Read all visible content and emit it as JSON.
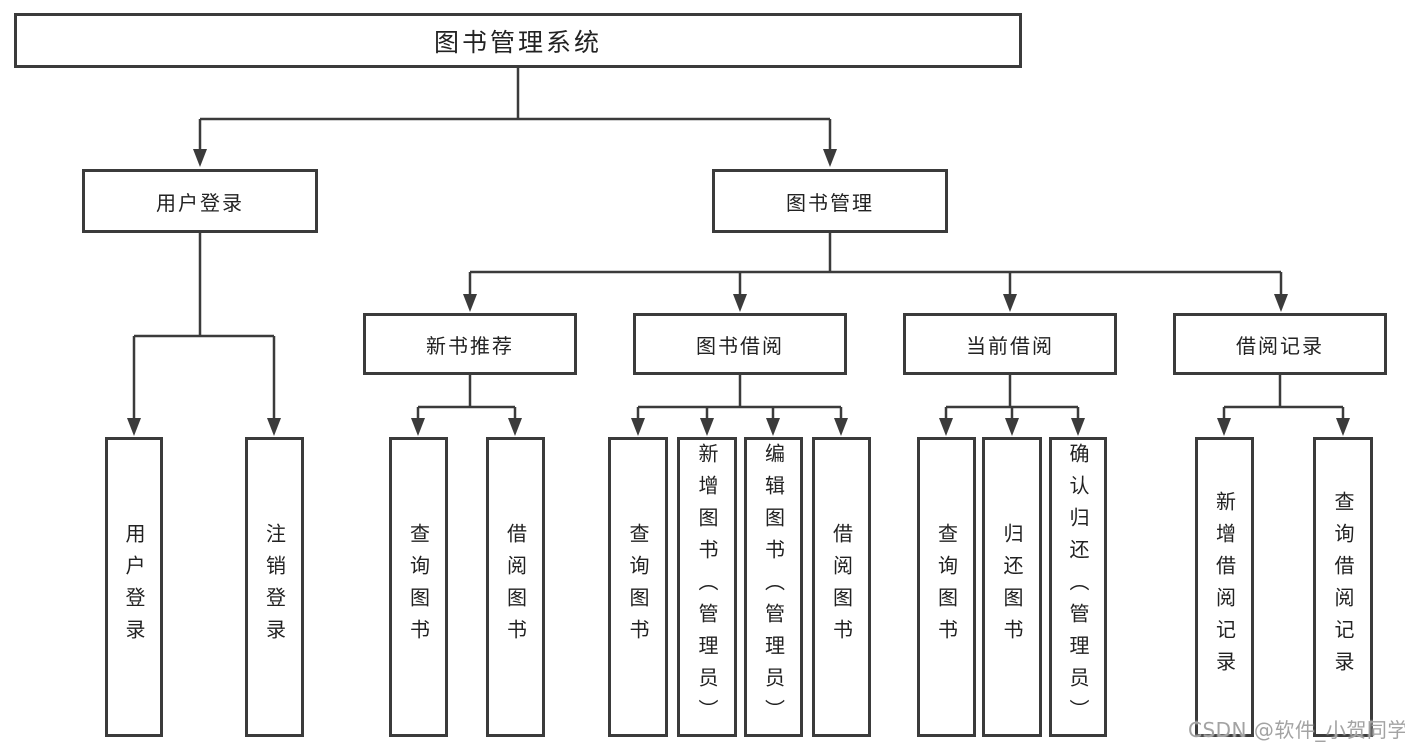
{
  "diagram": {
    "title_hint": "library-management-system-function-tree",
    "root": {
      "label": "图书管理系统"
    },
    "level1": [
      {
        "label": "用户登录",
        "children": [
          "用户登录",
          "注销登录"
        ]
      },
      {
        "label": "图书管理"
      }
    ],
    "level2": [
      {
        "label": "新书推荐",
        "children": [
          "查询图书",
          "借阅图书"
        ]
      },
      {
        "label": "图书借阅",
        "children": [
          "查询图书",
          "新增图书（管理员）",
          "编辑图书（管理员）",
          "借阅图书"
        ]
      },
      {
        "label": "当前借阅",
        "children": [
          "查询图书",
          "归还图书",
          "确认归还（管理员）"
        ]
      },
      {
        "label": "借阅记录",
        "children": [
          "新增借阅记录",
          "查询借阅记录"
        ]
      }
    ]
  },
  "watermark": {
    "text": "CSDN @软件_小贺同学"
  },
  "colors": {
    "line": "#3b3b3b",
    "box_border": "#3b3b3b",
    "text": "#222222",
    "watermark": "#a3a3a3",
    "background": "#ffffff"
  }
}
